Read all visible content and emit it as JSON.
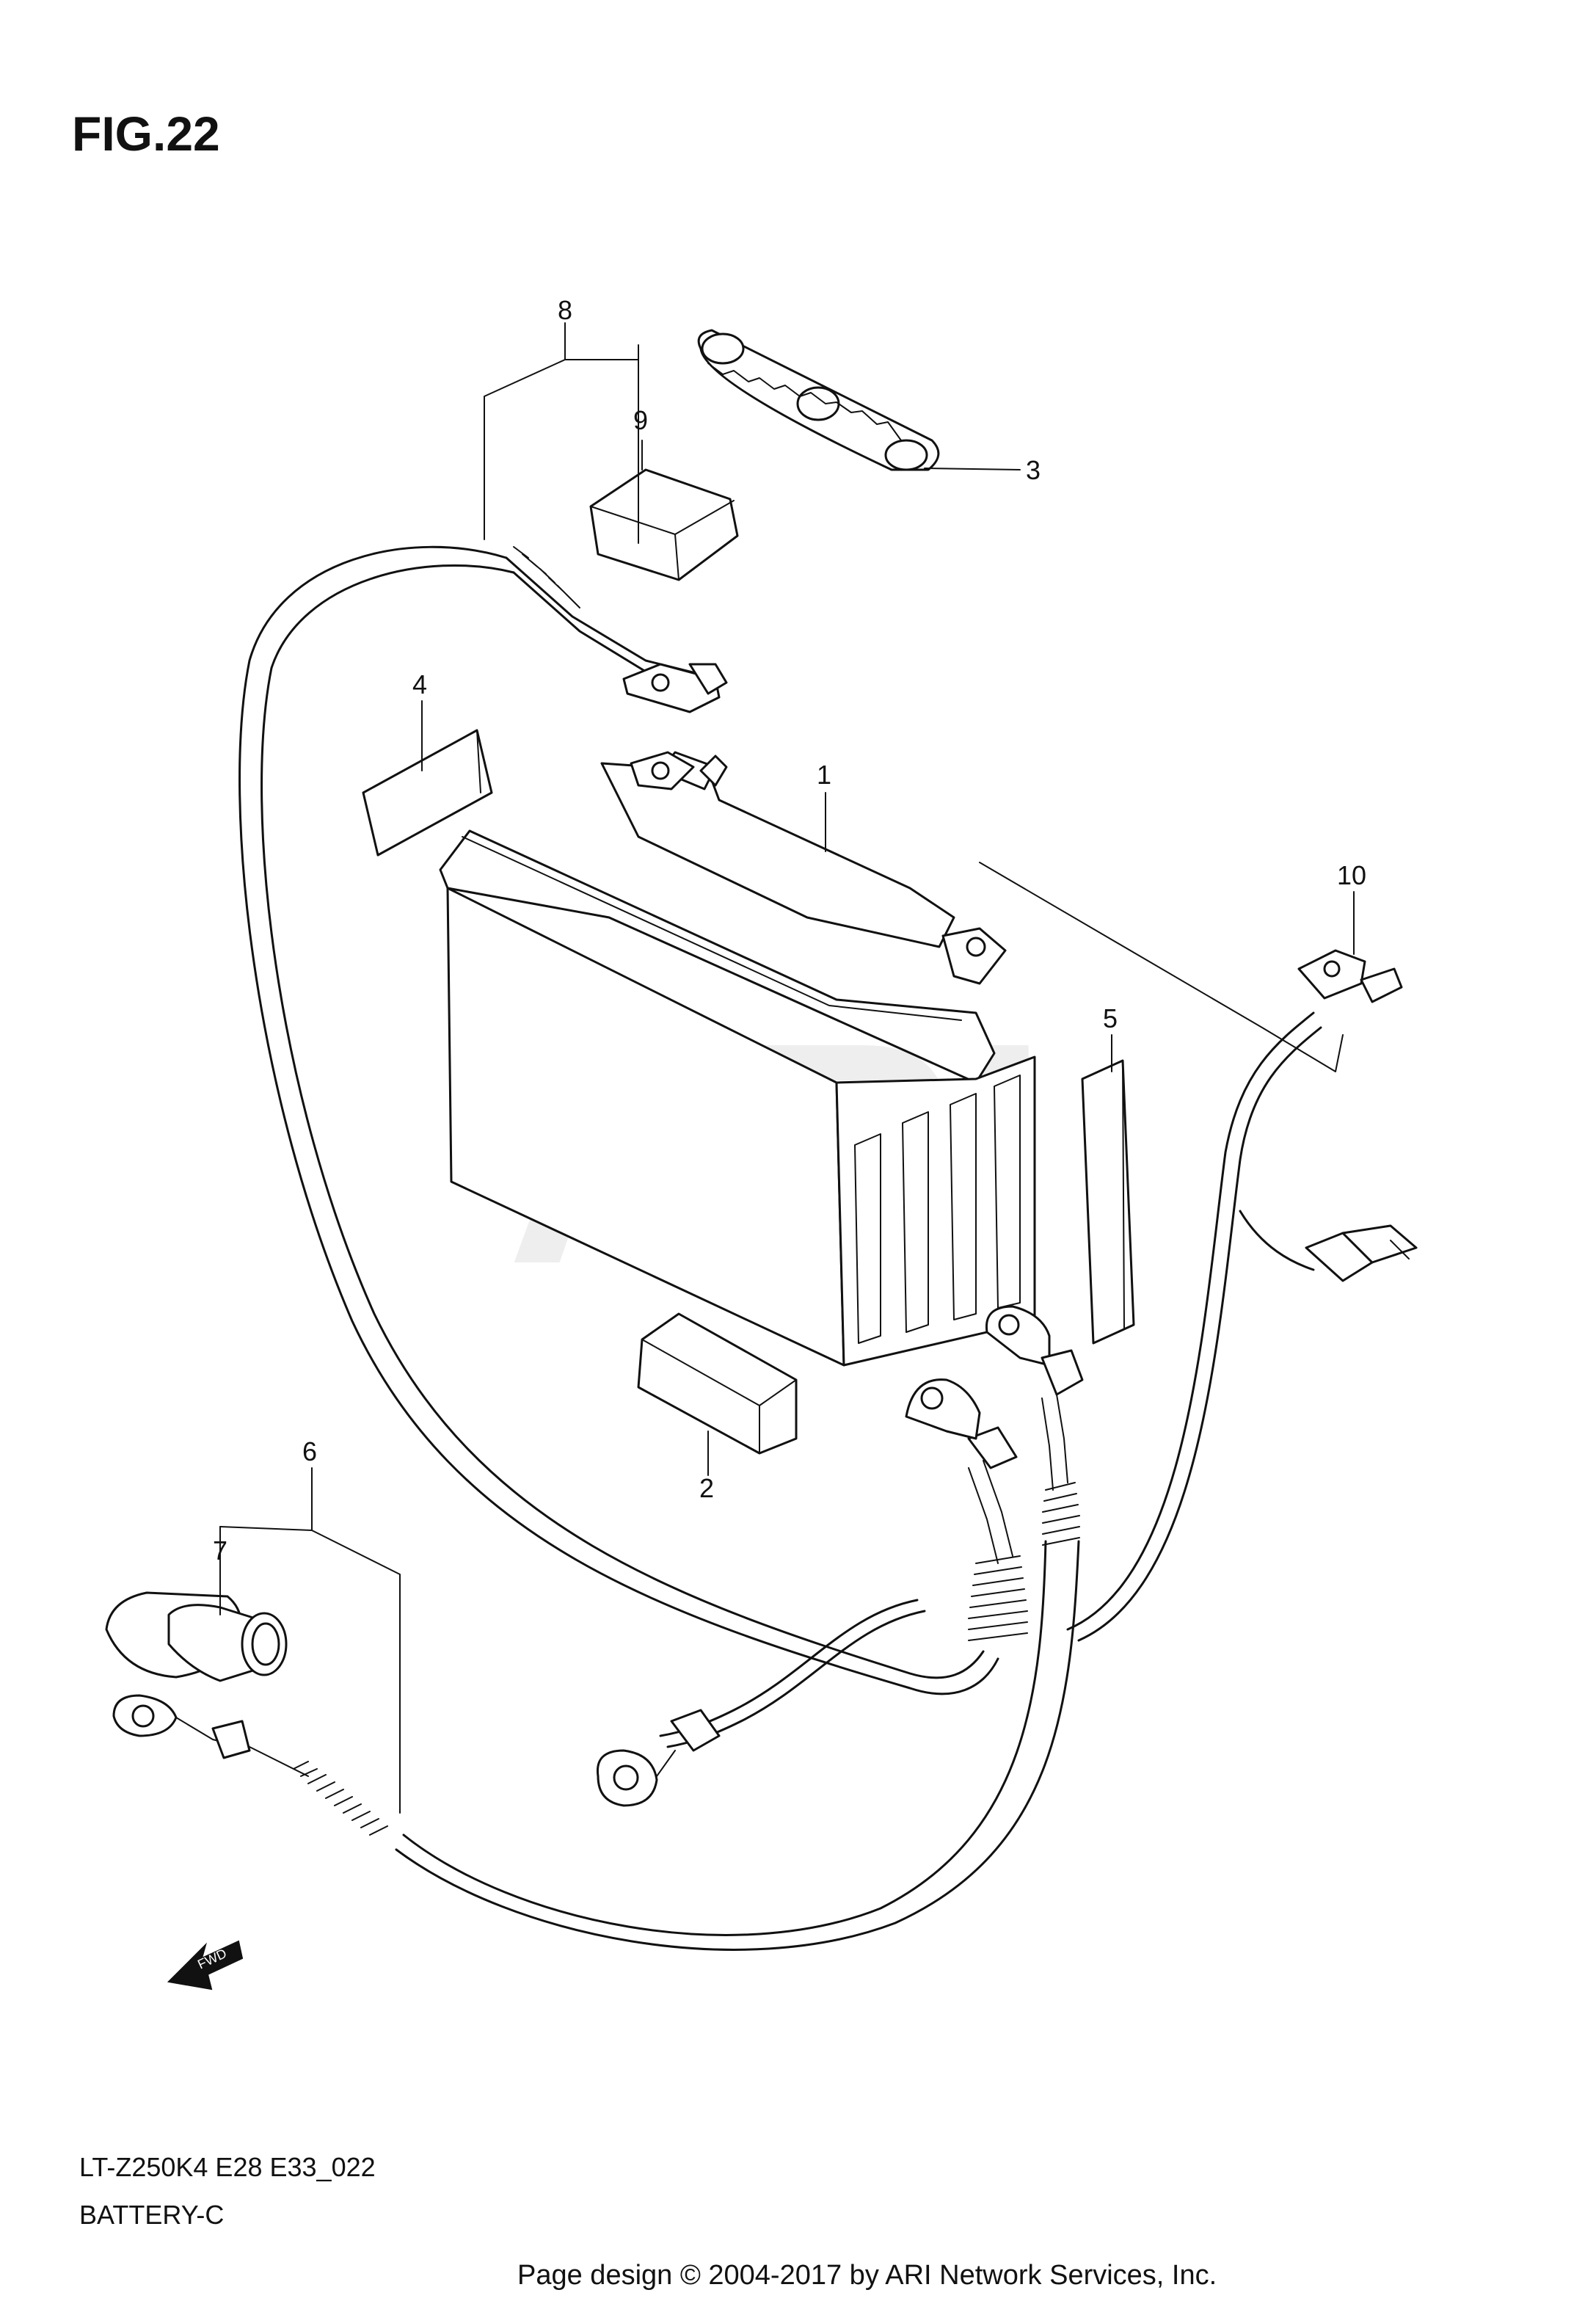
{
  "figure": {
    "title": "FIG.22",
    "model_code": "LT-Z250K4 E28 E33_022",
    "subtitle": "BATTERY-C",
    "footer": "Page design © 2004-2017 by ARI Network Services, Inc.",
    "watermark": "ARI",
    "fwd_label": "FWD"
  },
  "callouts": [
    {
      "id": "callout-1",
      "label": "1",
      "part": "battery"
    },
    {
      "id": "callout-2",
      "label": "2",
      "part": "label-2"
    },
    {
      "id": "callout-3",
      "label": "3",
      "part": "battery-holder-band"
    },
    {
      "id": "callout-4",
      "label": "4",
      "part": "pad-4"
    },
    {
      "id": "callout-5",
      "label": "5",
      "part": "pad-5"
    },
    {
      "id": "callout-6",
      "label": "6",
      "part": "negative-cable-assembly"
    },
    {
      "id": "callout-7",
      "label": "7",
      "part": "terminal-cover-boot"
    },
    {
      "id": "callout-8",
      "label": "8",
      "part": "positive-cable-assembly"
    },
    {
      "id": "callout-9",
      "label": "9",
      "part": "terminal-cap"
    },
    {
      "id": "callout-10",
      "label": "10",
      "part": "lead-wire"
    }
  ]
}
